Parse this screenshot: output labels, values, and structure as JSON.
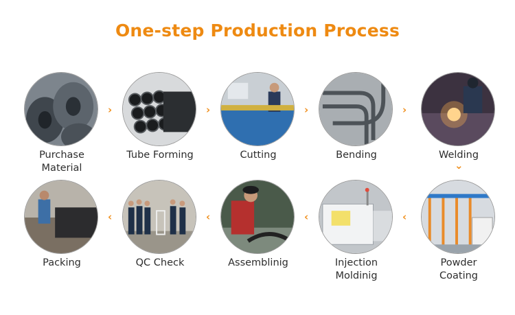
{
  "title": "One-step Production Process",
  "accent_color": "#ee8a12",
  "steps": [
    {
      "label_lines": [
        "Purchase",
        "Material"
      ],
      "image": "steel-coils"
    },
    {
      "label_lines": [
        "Tube Forming"
      ],
      "image": "black-tubes"
    },
    {
      "label_lines": [
        "Cutting"
      ],
      "image": "cutting-machine"
    },
    {
      "label_lines": [
        "Bending"
      ],
      "image": "bent-tubes"
    },
    {
      "label_lines": [
        "Welding"
      ],
      "image": "welding-sparks"
    },
    {
      "label_lines": [
        "Powder",
        "Coating"
      ],
      "image": "coating-line"
    },
    {
      "label_lines": [
        "Injection",
        "Moldinig"
      ],
      "image": "injection-machine"
    },
    {
      "label_lines": [
        "Assemblinig"
      ],
      "image": "assembly-worker"
    },
    {
      "label_lines": [
        "QC Check"
      ],
      "image": "qc-team"
    },
    {
      "label_lines": [
        "Packing"
      ],
      "image": "packing-worker"
    }
  ],
  "arrows": {
    "right": "›",
    "left": "‹",
    "down": "⌄"
  }
}
